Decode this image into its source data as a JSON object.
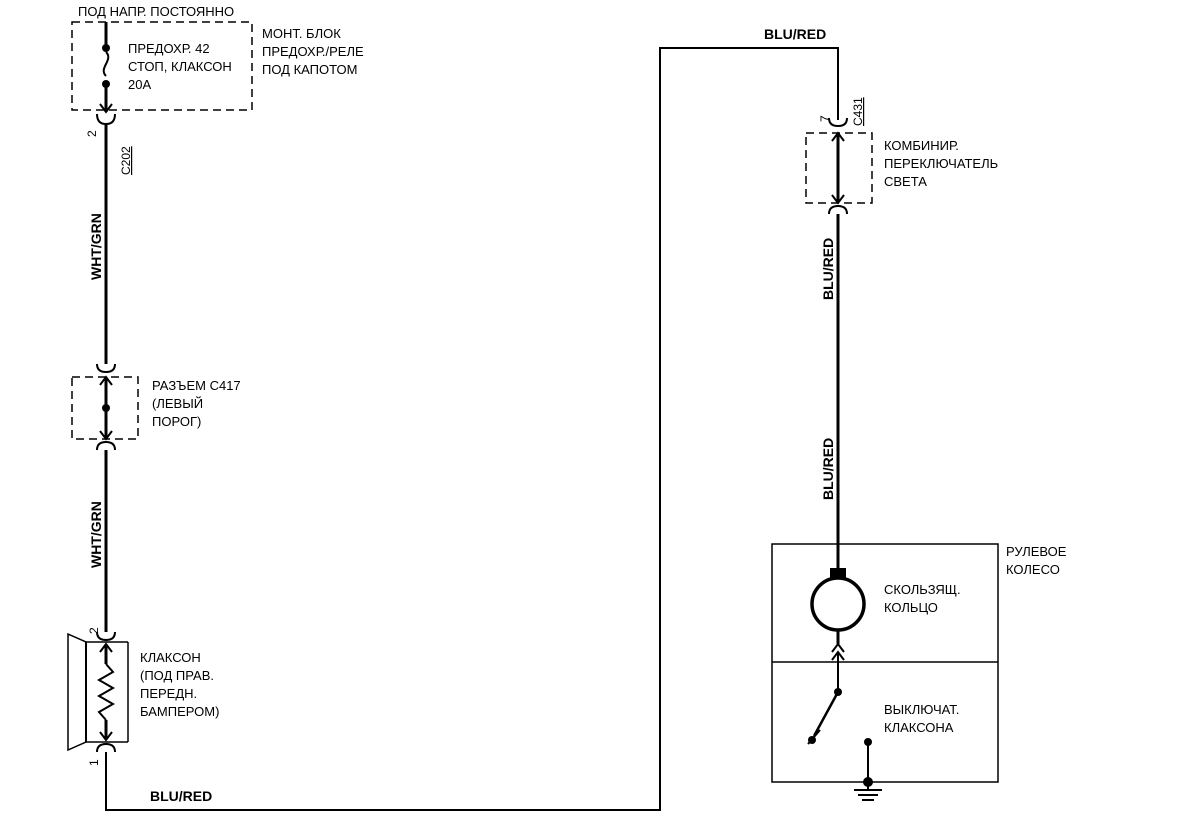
{
  "power_label": "ПОД НАПР. ПОСТОЯННО",
  "fuse_box": {
    "fuse_line1": "ПРЕДОХР. 42",
    "fuse_line2": "СТОП, КЛАКСОН",
    "fuse_line3": "20А",
    "box_line1": "МОНТ. БЛОК",
    "box_line2": "ПРЕДОХР./РЕЛЕ",
    "box_line3": "ПОД КАПОТОМ"
  },
  "c202": {
    "pin": "2",
    "id": "C202"
  },
  "wires": {
    "wht_grn_upper": "WHT/GRN",
    "wht_grn_lower": "WHT/GRN",
    "blu_red_bottom": "BLU/RED",
    "blu_red_top": "BLU/RED",
    "blu_red_right_upper": "BLU/RED",
    "blu_red_right_lower": "BLU/RED"
  },
  "c417": {
    "line1": "РАЗЪЕМ C417",
    "line2": "(ЛЕВЫЙ",
    "line3": "ПОРОГ)"
  },
  "horn": {
    "pin_top": "2",
    "pin_bottom": "1",
    "line1": "КЛАКСОН",
    "line2": "(ПОД ПРАВ.",
    "line3": "ПЕРЕДН.",
    "line4": "БАМПЕРОМ)"
  },
  "c431": {
    "pin": "7",
    "id": "C431"
  },
  "combo_switch": {
    "line1": "КОМБИНИР.",
    "line2": "ПЕРЕКЛЮЧАТЕЛЬ",
    "line3": "СВЕТА"
  },
  "steering": {
    "line1": "РУЛЕВОЕ",
    "line2": "КОЛЕСО",
    "slip_line1": "СКОЛЬЗЯЩ.",
    "slip_line2": "КОЛЬЦО",
    "switch_line1": "ВЫКЛЮЧАТ.",
    "switch_line2": "КЛАКСОНА"
  }
}
